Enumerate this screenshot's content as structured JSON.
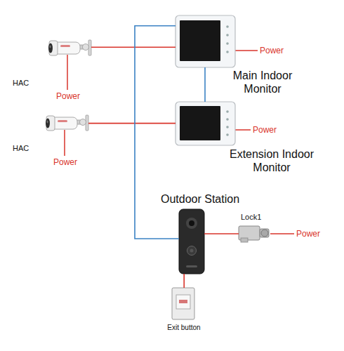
{
  "diagram": {
    "nodes": [
      {
        "text": [
          "HAC"
        ]
      },
      {
        "text": [
          "Main Indoor Monitor"
        ]
      },
      {
        "text": [
          "HAC"
        ]
      },
      {
        "text": [
          "Extension Indoor Monitor"
        ]
      },
      {
        "text": [
          "Outdoor Station"
        ]
      },
      {
        "text": [
          "Lock1"
        ]
      },
      {
        "text": [
          "Exit button"
        ]
      }
    ],
    "edges": [
      {
        "from": 0,
        "to": 1,
        "arrow": "none"
      },
      {
        "from": 2,
        "to": 3,
        "arrow": "none"
      },
      {
        "from": 1,
        "to": 3,
        "arrow": "none"
      },
      {
        "from": 1,
        "to": 4,
        "arrow": "none"
      },
      {
        "from": 4,
        "to": 5,
        "arrow": "none"
      },
      {
        "from": 4,
        "to": 6,
        "arrow": "none"
      }
    ],
    "labels": [
      "Power",
      "Power",
      "Power",
      "Power",
      "Power"
    ]
  }
}
